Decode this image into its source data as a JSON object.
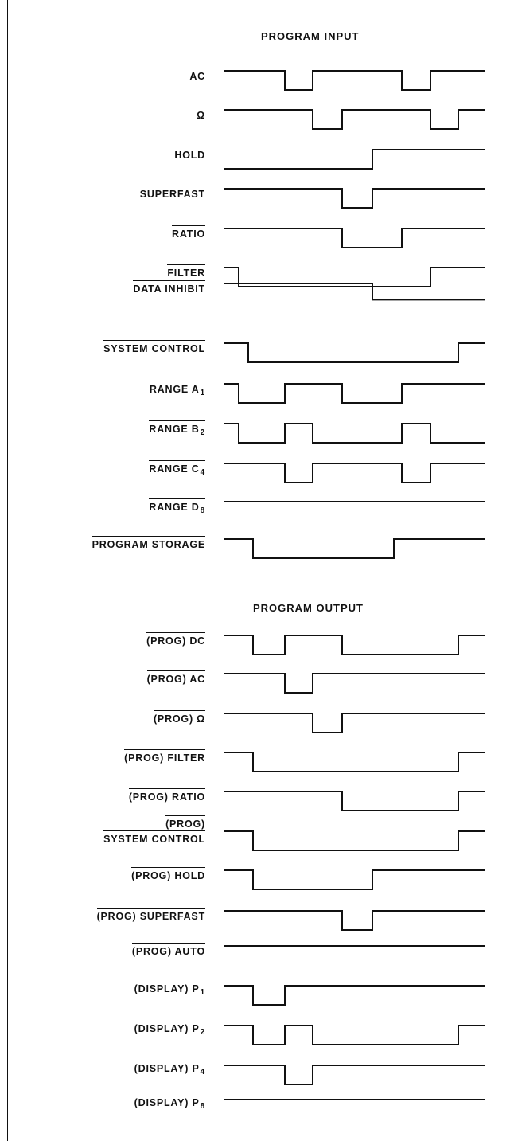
{
  "input_section": {
    "title": "PROGRAM INPUT",
    "signals": [
      {
        "id": "ac",
        "label": "AC",
        "overline": true
      },
      {
        "id": "ohm",
        "label": "Ω",
        "overline": true
      },
      {
        "id": "hold",
        "label": "HOLD",
        "overline": true
      },
      {
        "id": "superfast",
        "label": "SUPERFAST",
        "overline": true
      },
      {
        "id": "ratio",
        "label": "RATIO",
        "overline": true
      },
      {
        "id": "filter",
        "label": "FILTER",
        "overline": true
      },
      {
        "id": "data-inhibit",
        "label": "DATA INHIBIT",
        "overline": true
      },
      {
        "id": "system-control",
        "label": "SYSTEM CONTROL",
        "overline": true
      },
      {
        "id": "range-a",
        "label": "RANGE A",
        "sub": "1",
        "overline": true
      },
      {
        "id": "range-b",
        "label": "RANGE B",
        "sub": "2",
        "overline": true
      },
      {
        "id": "range-c",
        "label": "RANGE C",
        "sub": "4",
        "overline": true
      },
      {
        "id": "range-d",
        "label": "RANGE D",
        "sub": "8",
        "overline": true
      },
      {
        "id": "program-storage",
        "label": "PROGRAM STORAGE",
        "overline": true
      }
    ]
  },
  "output_section": {
    "title": "PROGRAM OUTPUT",
    "signals": [
      {
        "id": "prog-dc",
        "label": "(PROG) DC",
        "overline": true
      },
      {
        "id": "prog-ac",
        "label": "(PROG) AC",
        "overline": true
      },
      {
        "id": "prog-ohm",
        "label": "(PROG) Ω",
        "overline": true
      },
      {
        "id": "prog-filter",
        "label": "(PROG) FILTER",
        "overline": true
      },
      {
        "id": "prog-ratio",
        "label": "(PROG) RATIO",
        "overline": true
      },
      {
        "id": "prog-system-control",
        "label": "(PROG)",
        "label2": "SYSTEM CONTROL",
        "overline": true
      },
      {
        "id": "prog-hold",
        "label": "(PROG) HOLD",
        "overline": true
      },
      {
        "id": "prog-superfast",
        "label": "(PROG) SUPERFAST",
        "overline": true
      },
      {
        "id": "prog-auto",
        "label": "(PROG) AUTO",
        "overline": true
      },
      {
        "id": "display-p1",
        "label": "(DISPLAY) P",
        "sub": "1",
        "overline": false
      },
      {
        "id": "display-p2",
        "label": "(DISPLAY) P",
        "sub": "2",
        "overline": false
      },
      {
        "id": "display-p4",
        "label": "(DISPLAY) P",
        "sub": "4",
        "overline": false
      },
      {
        "id": "display-p8",
        "label": "(DISPLAY) P",
        "sub": "8",
        "overline": false
      }
    ]
  }
}
